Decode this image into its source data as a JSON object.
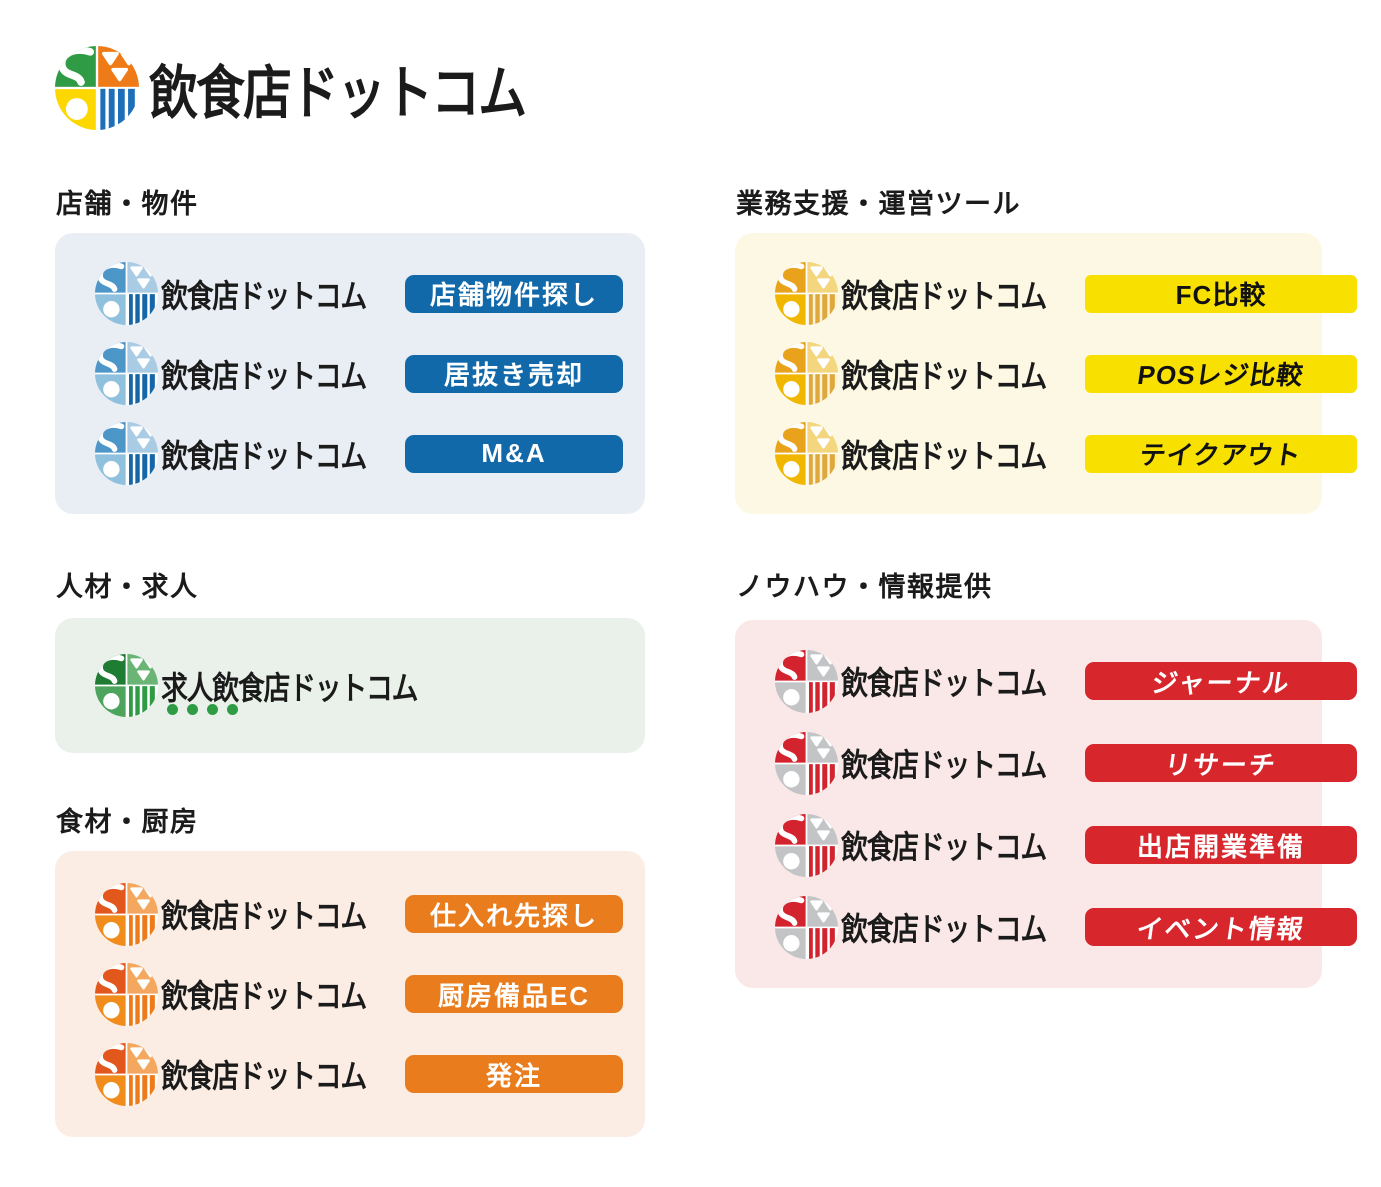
{
  "header": {
    "brand": "飲食店ドットコム"
  },
  "marks": {
    "main": {
      "tl": "#2f9c45",
      "tr": "#ee7b17",
      "bl": "#fcd800",
      "br": "#ffffff",
      "stripe": "#1c6fb8"
    },
    "blue": {
      "tl": "#4c96c8",
      "tr": "#a9cbe4",
      "bl": "#8fc0dd",
      "br": "#ffffff",
      "stripe": "#1566a8"
    },
    "gold": {
      "tl": "#e8a21c",
      "tr": "#f3d67e",
      "bl": "#f0b600",
      "br": "#fdf3d6",
      "stripe": "#dfa83c"
    },
    "green": {
      "tl": "#1e7c33",
      "tr": "#6ab475",
      "bl": "#4da45c",
      "br": "#ffffff",
      "stripe": "#2f9c45"
    },
    "orange": {
      "tl": "#e2571c",
      "tr": "#f4a75e",
      "bl": "#ef8c1c",
      "br": "#ffffff",
      "stripe": "#ee7b1a"
    },
    "red": {
      "tl": "#d2232e",
      "tr": "#c3c4c6",
      "bl": "#c3c4c6",
      "br": "#ffffff",
      "stripe": "#d2232e"
    }
  },
  "sections": {
    "tenpo": {
      "heading": "店舗・物件",
      "panel_bg": "#e9eef5",
      "badge_bg": "#1269aa",
      "badge_fg": "#ffffff",
      "rows": [
        {
          "brand": "飲食店ドットコム",
          "badge": "店舗物件探し"
        },
        {
          "brand": "飲食店ドットコム",
          "badge": "居抜き売却"
        },
        {
          "brand": "飲食店ドットコム",
          "badge": "M&A"
        }
      ]
    },
    "gyomu": {
      "heading": "業務支援・運営ツール",
      "panel_bg": "#fcf8e3",
      "badge_bg": "#f8e000",
      "badge_fg": "#111111",
      "rows": [
        {
          "brand": "飲食店ドットコム",
          "badge": "FC比較"
        },
        {
          "brand": "飲食店ドットコム",
          "badge": "POSレジ比較"
        },
        {
          "brand": "飲食店ドットコム",
          "badge": "テイクアウト"
        }
      ]
    },
    "jinzai": {
      "heading": "人材・求人",
      "panel_bg": "#e9f1ea",
      "dot_color": "#2f9c45",
      "rows": [
        {
          "brand": "求人飲食店ドットコム"
        }
      ]
    },
    "knowhow": {
      "heading": "ノウハウ・情報提供",
      "panel_bg": "#f9e8e7",
      "badge_bg": "#d7262c",
      "badge_fg": "#ffffff",
      "rows": [
        {
          "brand": "飲食店ドットコム",
          "badge": "ジャーナル"
        },
        {
          "brand": "飲食店ドットコム",
          "badge": "リサーチ"
        },
        {
          "brand": "飲食店ドットコム",
          "badge": "出店開業準備"
        },
        {
          "brand": "飲食店ドットコム",
          "badge": "イベント情報"
        }
      ]
    },
    "shokuzai": {
      "heading": "食材・厨房",
      "panel_bg": "#fbede3",
      "badge_bg": "#e97d1e",
      "badge_fg": "#ffffff",
      "rows": [
        {
          "brand": "飲食店ドットコム",
          "badge": "仕入れ先探し"
        },
        {
          "brand": "飲食店ドットコム",
          "badge": "厨房備品EC"
        },
        {
          "brand": "飲食店ドットコム",
          "badge": "発注"
        }
      ]
    }
  }
}
